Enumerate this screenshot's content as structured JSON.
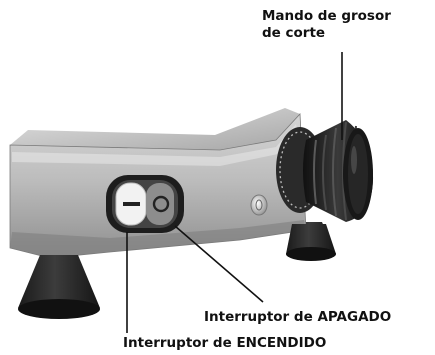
{
  "callouts": {
    "knob": {
      "line1": "Mando de grosor",
      "line2": "de corte"
    },
    "off_switch": "Interruptor de APAGADO",
    "on_switch": "Interruptor de ENCENDIDO"
  },
  "switch_symbols": {
    "on": "I",
    "off": "O"
  },
  "colors": {
    "label_text": "#111111",
    "leader_line": "#111111",
    "housing_metal": "#b8b8b8",
    "feet": "#262626",
    "knob": "#1c1c1c"
  }
}
